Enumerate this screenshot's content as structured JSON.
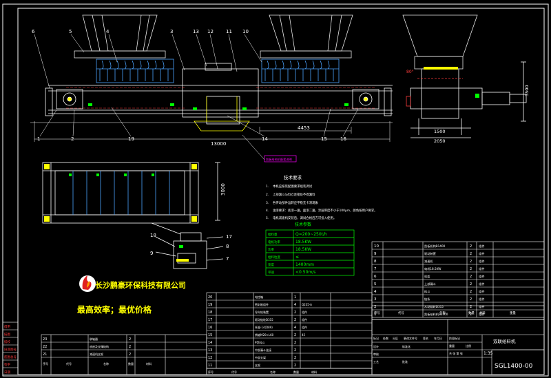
{
  "drawing": {
    "title": "双联给料机",
    "drawing_number": "SGL1400-00",
    "scale": "1:35"
  },
  "dimensions": {
    "front_total": "13000",
    "front_middle": "4453",
    "side_height": "3500",
    "side_width_inner": "1500",
    "side_width_outer": "2050",
    "plan_width": "3000",
    "angle": "80°"
  },
  "balloons": {
    "front": [
      "6",
      "5",
      "4",
      "3",
      "13",
      "12",
      "11",
      "10",
      "1",
      "2",
      "19",
      "14",
      "15",
      "16"
    ],
    "detail": [
      "18",
      "17",
      "8",
      "9",
      "7"
    ]
  },
  "annotation_label": "刮板给料机配套说明",
  "tech_requirements": {
    "heading": "技术要求",
    "items": [
      {
        "n": "1.",
        "text": "本机应按装配图要求组装调试"
      },
      {
        "n": "2.",
        "text": "上部漏斗与料仓连接处不得漏料"
      },
      {
        "n": "3.",
        "text": "各传动部件运转应平稳无卡滞现象"
      },
      {
        "n": "4.",
        "text": "油漆要求：底漆一遍，面漆二遍，涂层厚度不小于100μm，颜色按用户要求。"
      },
      {
        "n": "5.",
        "text": "电机减速机安装后，调试合格后方可投入使用。"
      }
    ]
  },
  "params": {
    "heading": "技术参数",
    "rows": [
      {
        "k": "给料量",
        "v": "Q=200~250t/h"
      },
      {
        "k": "电机功率",
        "v": "18.5KW"
      },
      {
        "k": "功率",
        "v": "18.5KW"
      },
      {
        "k": "给料粒度",
        "v": "≤"
      },
      {
        "k": "宽度",
        "v": "1400mm"
      },
      {
        "k": "带速",
        "v": "<0.50m/s"
      }
    ]
  },
  "company": {
    "name": "长沙鹏豪环保科技有限公司",
    "slogan": "最高效率；最优价格"
  },
  "bom_right": [
    {
      "n": "10",
      "name": "刮板机构B1400",
      "q": "2",
      "m": "组件"
    },
    {
      "n": "9",
      "name": "驱动装置",
      "q": "2",
      "m": "组件"
    },
    {
      "n": "8",
      "name": "减速机",
      "q": "2",
      "m": "组件"
    },
    {
      "n": "7",
      "name": "电机18.5KW",
      "q": "2",
      "m": "组件"
    },
    {
      "n": "6",
      "name": "机架",
      "q": "2",
      "m": "组件"
    },
    {
      "n": "5",
      "name": "上部漏斗",
      "q": "2",
      "m": "组件"
    },
    {
      "n": "4",
      "name": "料斗",
      "q": "2",
      "m": "组件"
    },
    {
      "n": "3",
      "name": "链条",
      "q": "2",
      "m": "组件"
    },
    {
      "n": "2",
      "name": "从动链轮D315",
      "q": "2",
      "m": "组件"
    },
    {
      "n": "1",
      "name": "刮板给料机B1400",
      "q": "2",
      "m": "组件"
    }
  ],
  "bom_right_header": {
    "n": "序号",
    "code": "代号",
    "name": "名称",
    "q": "数量",
    "m": "材料",
    "w": "重量"
  },
  "bom_mid": [
    {
      "n": "20",
      "name": "电控箱",
      "q": "1",
      "m": ""
    },
    {
      "n": "19",
      "name": "密封板组件",
      "q": "4",
      "m": "Q235-A"
    },
    {
      "n": "18",
      "name": "导向轮装置",
      "q": "2",
      "m": "组件"
    },
    {
      "n": "17",
      "name": "驱动链轮D315",
      "q": "2",
      "m": "组件"
    },
    {
      "n": "16",
      "name": "托辊-14(D89)",
      "q": "4",
      "m": "组件"
    },
    {
      "n": "15",
      "name": "销轴M20×L60",
      "q": "2",
      "m": "45"
    },
    {
      "n": "14",
      "name": "P型料斗",
      "q": "2",
      "m": ""
    },
    {
      "n": "13",
      "name": "中部漏斗连接",
      "q": "2",
      "m": ""
    },
    {
      "n": "12",
      "name": "中部支架",
      "q": "2",
      "m": ""
    },
    {
      "n": "11",
      "name": "支架",
      "q": "2",
      "m": ""
    }
  ],
  "bom_mid_header": {
    "n": "序号",
    "code": "代号",
    "name": "名称",
    "q": "数量",
    "m": "材料"
  },
  "bom_left": [
    {
      "n": "23",
      "name": "联轴器",
      "q": "2",
      "m": ""
    },
    {
      "n": "22",
      "name": "底座及支撑结构",
      "q": "2",
      "m": ""
    },
    {
      "n": "21",
      "name": "减速机支架",
      "q": "2",
      "m": ""
    }
  ],
  "bom_left_header": {
    "n": "序号",
    "code": "代号",
    "name": "名称",
    "q": "数量",
    "m": "材料"
  },
  "title_block": {
    "labels": [
      "标记",
      "处数",
      "分区",
      "更改文件号",
      "签名",
      "年月日"
    ],
    "roles": [
      "设计",
      "标准化",
      "审核",
      "工艺",
      "批准"
    ],
    "stage": "阶段标记",
    "weight": "重量",
    "ratio": "比例",
    "sheet": "共 张 第 张"
  },
  "side_column": [
    "借用",
    "描图",
    "描校",
    "旧底图号",
    "底图总号",
    "签字",
    "日期"
  ],
  "colors": {
    "background": "#000000",
    "outline": "#ffffff",
    "dimension": "#ffffff",
    "conveyor": "#4aa3ff",
    "hidden": "#ff3b3b",
    "hopper": "#e8e8e8",
    "yellow": "#ffff00",
    "green": "#00ff00",
    "magenta": "#ff00ff",
    "cyan": "#00ffff",
    "red_text": "#ff3030"
  }
}
